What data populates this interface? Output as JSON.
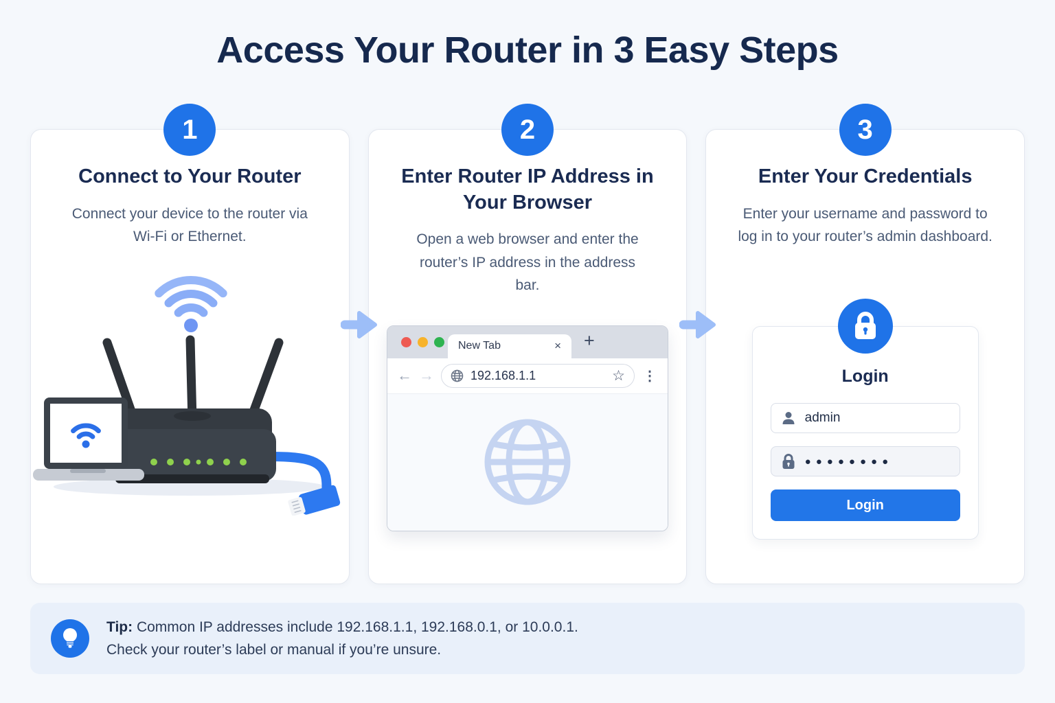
{
  "page": {
    "title": "Access Your Router in 3 Easy Steps"
  },
  "steps": [
    {
      "number": "1",
      "title": "Connect to Your Router",
      "description": "Connect your device to the router via Wi-Fi or Ethernet."
    },
    {
      "number": "2",
      "title": "Enter Router IP Address in Your Browser",
      "description": "Open a web browser and enter the router’s IP address in the address bar."
    },
    {
      "number": "3",
      "title": "Enter Your Credentials",
      "description": "Enter your username and password to log in to your router’s admin dashboard."
    }
  ],
  "browser": {
    "tab_title": "New Tab",
    "close_icon": "×",
    "new_tab_icon": "+",
    "back_icon": "←",
    "forward_icon": "→",
    "url": "192.168.1.1",
    "star_icon": "☆",
    "menu_icon": "⋮"
  },
  "login": {
    "heading": "Login",
    "username_value": "admin",
    "password_mask": "●●●●●●●●",
    "button_label": "Login"
  },
  "tip": {
    "label": "Tip:",
    "line1": "Common IP addresses include 192.168.1.1, 192.168.0.1, or 10.0.0.1.",
    "line2": "Check your router’s label or manual if you’re unsure."
  },
  "colors": {
    "accent_blue": "#1f73e8",
    "arrow_blue": "#9dbef8",
    "navy": "#16294e",
    "led_green": "#8fd14d"
  }
}
